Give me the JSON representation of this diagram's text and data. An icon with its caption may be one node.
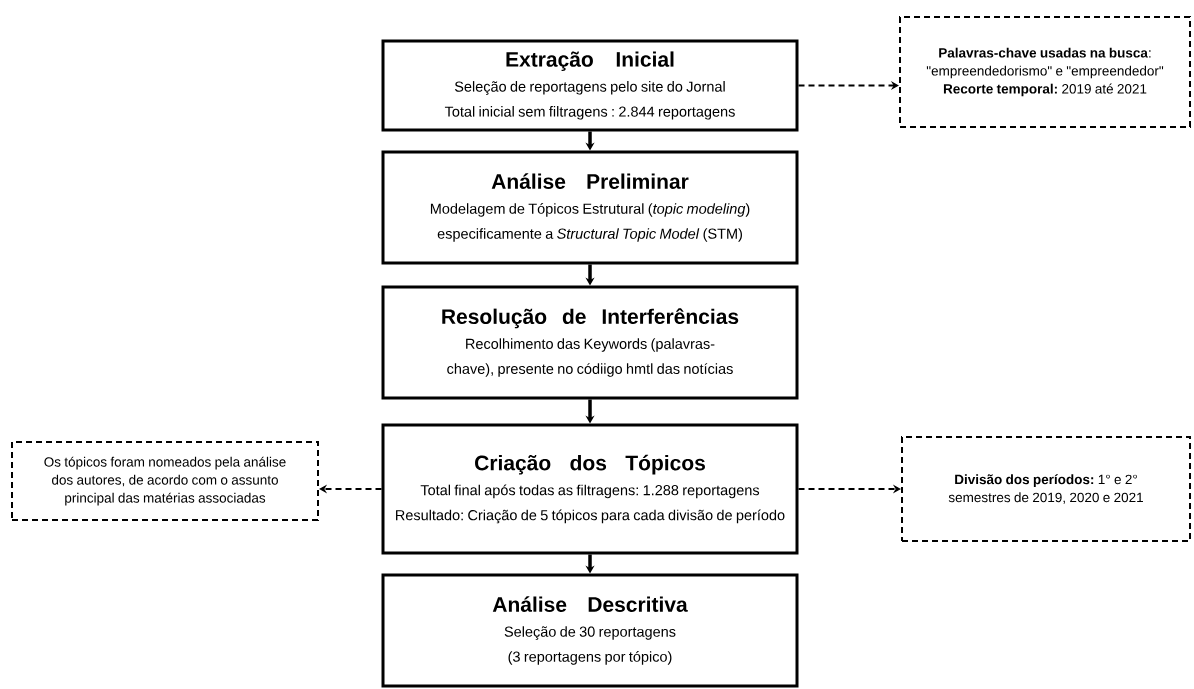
{
  "diagram": {
    "nodes": [
      {
        "text": [
          "Extração Inicial",
          "Seleção de reportagens pelo site do Jornal",
          "Total inicial sem filtragens : 2.844 reportagens"
        ]
      },
      {
        "text": [
          "**Palavras-chave usadas na busca**: \"empreendedorismo\" e \"empreendedor\"",
          "**Recorte temporal:** 2019 até 2021"
        ]
      },
      {
        "text": [
          "Análise Preliminar",
          "Modelagem de Tópicos Estrutural (*topic modeling*) especificamente a *Structural Topic Model* (STM)"
        ]
      },
      {
        "text": [
          "Resolução de Interferências",
          "Recolhimento das Keywords (palavras-chave), presente no códiigo hmtl das notícias"
        ]
      },
      {
        "text": [
          "Os tópicos foram nomeados pela análise dos autores, de acordo com o assunto principal das matérias associadas"
        ]
      },
      {
        "text": [
          "Criação dos Tópicos",
          "Total final após todas as filtragens: 1.288 reportagens",
          "Resultado: Criação de 5 tópicos para cada divisão de período"
        ]
      },
      {
        "text": [
          "**Divisão dos períodos:** 1° e 2° semestres de 2019, 2020 e 2021"
        ]
      },
      {
        "text": [
          "Análise Descritiva",
          "Seleção de 30 reportagens",
          "(3 reportagens por tópico)"
        ]
      }
    ],
    "edges": [
      {
        "from": 0,
        "to": 1,
        "arrow": "to",
        "style": "dashed"
      },
      {
        "from": 0,
        "to": 2,
        "arrow": "to"
      },
      {
        "from": 2,
        "to": 3,
        "arrow": "to"
      },
      {
        "from": 3,
        "to": 5,
        "arrow": "to"
      },
      {
        "from": 5,
        "to": 4,
        "arrow": "to",
        "style": "dashed"
      },
      {
        "from": 5,
        "to": 6,
        "arrow": "to",
        "style": "dashed"
      },
      {
        "from": 5,
        "to": 7,
        "arrow": "to"
      }
    ]
  }
}
